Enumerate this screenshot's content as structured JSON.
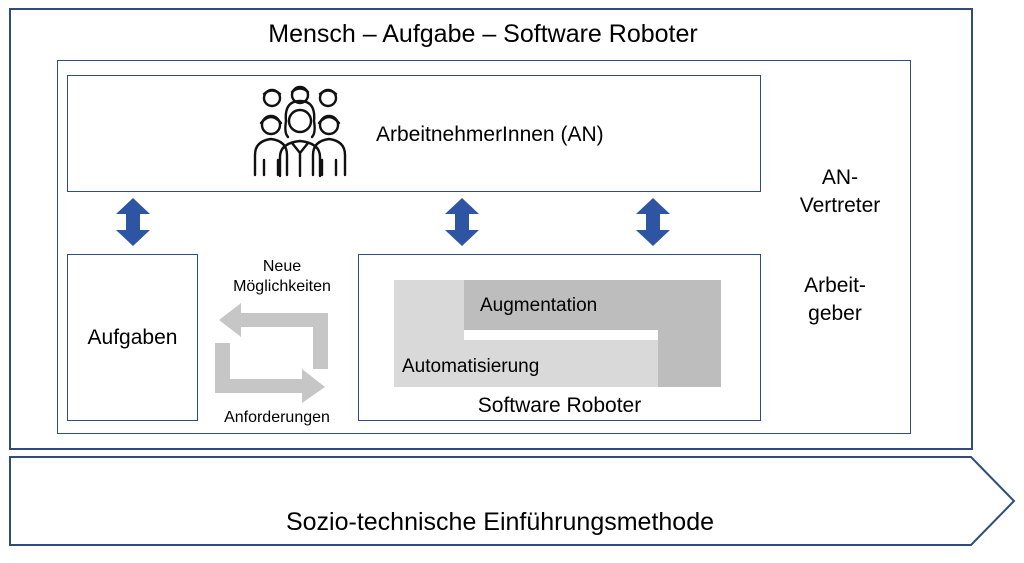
{
  "title": "Mensch – Aufgabe – Software Roboter",
  "employees": {
    "label": "ArbeitnehmerInnen (AN)",
    "icon": "group-of-people-icon"
  },
  "side_labels": {
    "an_vertreter_line1": "AN-",
    "an_vertreter_line2": "Vertreter",
    "arbeitgeber_line1": "Arbeit-",
    "arbeitgeber_line2": "geber"
  },
  "tasks": {
    "label": "Aufgaben"
  },
  "cycle": {
    "top_line1": "Neue",
    "top_line2": "Möglichkeiten",
    "bottom": "Anforderungen"
  },
  "software_robot": {
    "label": "Software Roboter",
    "augmentation": "Augmentation",
    "automation": "Automatisierung"
  },
  "method": {
    "label": "Sozio-technische Einführungsmethode"
  },
  "colors": {
    "border": "#2f4d7c",
    "arrow_blue": "#2e55a4",
    "shape_light": "#d9d9d9",
    "shape_dark": "#bdbdbd",
    "cycle_arrow": "#c6c6c6"
  }
}
